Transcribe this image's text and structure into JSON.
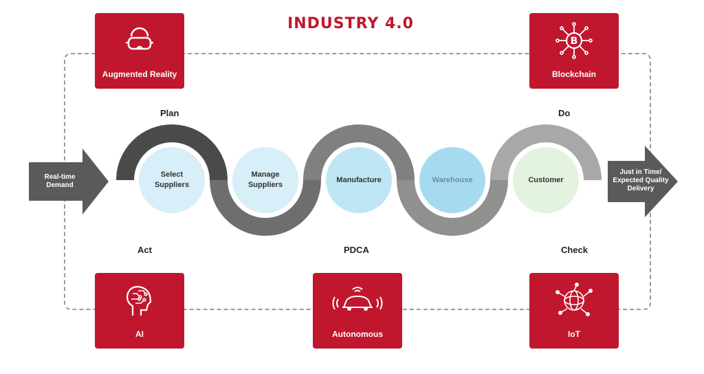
{
  "title": "INDUSTRY 4.0",
  "technologies": {
    "augmented_reality": {
      "label": "Augmented Reality",
      "icon": "vr-headset-icon"
    },
    "blockchain": {
      "label": "Blockchain",
      "icon": "bitcoin-network-icon"
    },
    "ai": {
      "label": "AI",
      "icon": "brain-circuit-icon"
    },
    "autonomous": {
      "label": "Autonomous",
      "icon": "autonomous-car-icon"
    },
    "iot": {
      "label": "IoT",
      "icon": "network-globe-icon"
    }
  },
  "phases": {
    "plan": "Plan",
    "do": "Do",
    "act": "Act",
    "check": "Check",
    "center": "PDCA"
  },
  "input_arrow": {
    "line1": "Real-time",
    "line2": "Demand"
  },
  "output_arrow": {
    "line1": "Just in Time/",
    "line2": "Expected Quality",
    "line3": "Delivery"
  },
  "steps": [
    {
      "line1": "Select",
      "line2": "Suppliers"
    },
    {
      "line1": "Manage",
      "line2": "Suppliers"
    },
    {
      "line1": "Manufacture",
      "line2": ""
    },
    {
      "line1": "Warehouse",
      "line2": ""
    },
    {
      "line1": "Customer",
      "line2": ""
    }
  ],
  "colors": {
    "brand_red": "#c0172e",
    "wave_dark": "#4a4a4a",
    "wave_mid": "#6e6e6e",
    "wave_light": "#a8a8a8",
    "arrow_grey": "#5a5a5a",
    "step_blue_light": "#d8eef8",
    "step_blue": "#bfe6f5",
    "step_cyan": "#a6dbef",
    "step_green": "#e4f2e0"
  }
}
